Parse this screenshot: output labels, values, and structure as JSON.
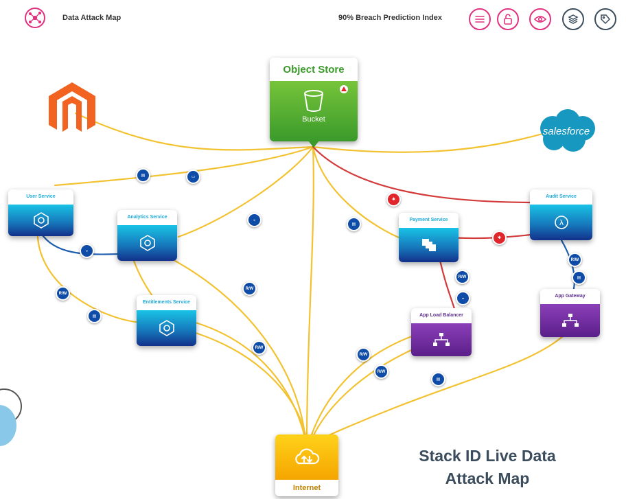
{
  "header": {
    "title": "Data Attack Map",
    "index_label": "90% Breach Prediction Index",
    "icons": [
      "list-icon",
      "unlock-icon",
      "eye-icon",
      "layers-icon",
      "tag-icon"
    ]
  },
  "colors": {
    "accent_pink": "#e0307e",
    "line_yellow": "#f2c230",
    "line_red": "#d33a3a",
    "line_blue": "#1f5fb0",
    "store_green": "#3a9a2a",
    "internet_yellow": "#f5a500"
  },
  "object_store": {
    "title": "Object Store",
    "subtitle": "Bucket"
  },
  "services": {
    "user": "User Service",
    "analytics": "Analytics Service",
    "entitlements": "Entitlements Service",
    "payment": "Payment Service",
    "audit": "Audit Service",
    "app_load_balancer": "App Load Balancer",
    "app_gateway": "App Gateway"
  },
  "internet": {
    "label": "Internet"
  },
  "external": {
    "salesforce": "salesforce"
  },
  "node_label": "R/W",
  "caption": {
    "line1": "Stack ID Live Data",
    "line2": "Attack Map"
  }
}
